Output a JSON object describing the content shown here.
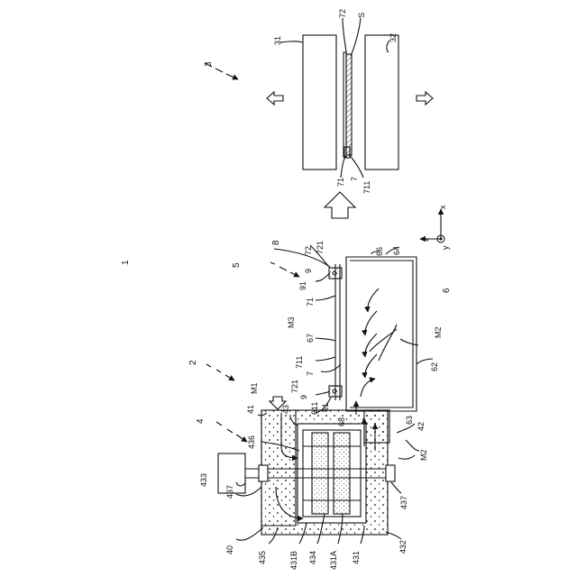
{
  "labels": {
    "n1": "1",
    "n2": "2",
    "n3": "3",
    "n4": "4",
    "n5": "5",
    "n6": "6",
    "n7": "7",
    "n7b": "7",
    "n8": "8",
    "n9a": "9",
    "n9b": "9",
    "n31": "31",
    "n32": "32",
    "nS": "S",
    "n40": "40",
    "n41": "41",
    "n42": "42",
    "n43": "43",
    "n431": "431",
    "n431A": "431A",
    "n431B": "431B",
    "n432": "432",
    "n433": "433",
    "n434": "434",
    "n435": "435",
    "n436": "436",
    "n437a": "437",
    "n437b": "437",
    "n61": "61",
    "n62": "62",
    "n63": "63",
    "n64": "64",
    "n66": "66",
    "n67": "67",
    "n68": "68",
    "n611": "611",
    "n71": "71",
    "n71b": "71",
    "n72": "72",
    "n72b": "72",
    "n711a": "711",
    "n711b": "711",
    "n721a": "721",
    "n721b": "721",
    "n91": "91",
    "M1": "M1",
    "M2a": "M2",
    "M2b": "M2",
    "M3": "M3"
  },
  "axes": {
    "x": "x",
    "y": "y",
    "z": "z"
  }
}
